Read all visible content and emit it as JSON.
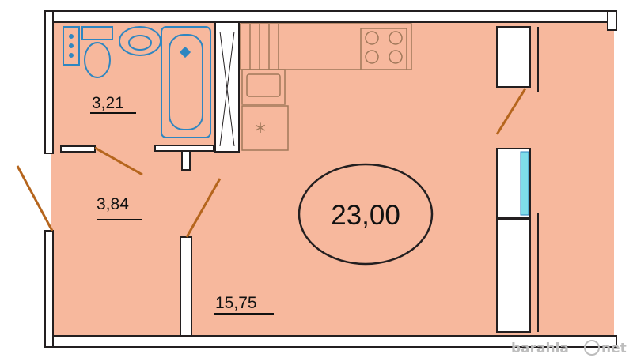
{
  "rooms": {
    "bathroom": {
      "area": "3,21"
    },
    "hallway": {
      "area": "3,84"
    },
    "living": {
      "area": "15,75"
    }
  },
  "total_area": "23,00",
  "watermark": {
    "left": "barahla",
    "right": "net"
  },
  "colors": {
    "floor": "#f7b89d",
    "wall": "#231f20",
    "plumbing": "#2e86c1",
    "door": "#b5651d",
    "kitchen": "#a0785a",
    "window_glass": "#7fdde9"
  }
}
